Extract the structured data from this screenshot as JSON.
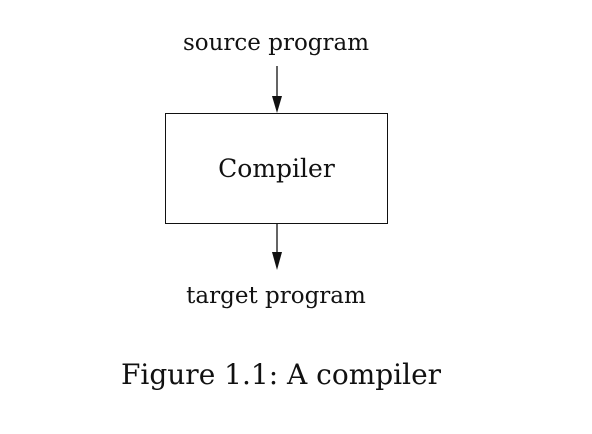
{
  "diagram": {
    "input_label": "source program",
    "process_label": "Compiler",
    "output_label": "target program",
    "caption": "Figure 1.1: A compiler"
  },
  "colors": {
    "stroke": "#111111",
    "background": "#ffffff"
  }
}
